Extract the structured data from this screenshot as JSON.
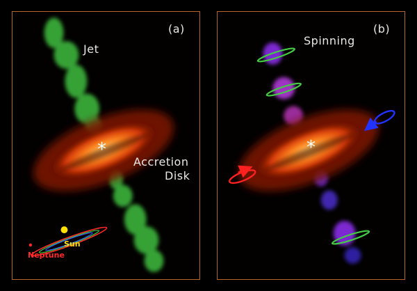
{
  "panel_a": {
    "tag": "(a)",
    "jet_label": "Jet",
    "disk_label_1": "Accretion",
    "disk_label_2": "Disk",
    "star_symbol": "*",
    "sun_label": "Sun",
    "neptune_label": "Neptune"
  },
  "panel_b": {
    "tag": "(b)",
    "spin_label": "Spinning",
    "star_symbol": "*"
  },
  "colors": {
    "frame": "#b8642a",
    "jet": "#3fbf3f",
    "disk": "#ff5a10",
    "sun": "#ffe000",
    "neptune": "#ff2a2a",
    "orbit_green": "#44cc44",
    "orbit_blue": "#3355ff",
    "spin_blue": "#2233ff",
    "spin_red": "#ff2020"
  }
}
